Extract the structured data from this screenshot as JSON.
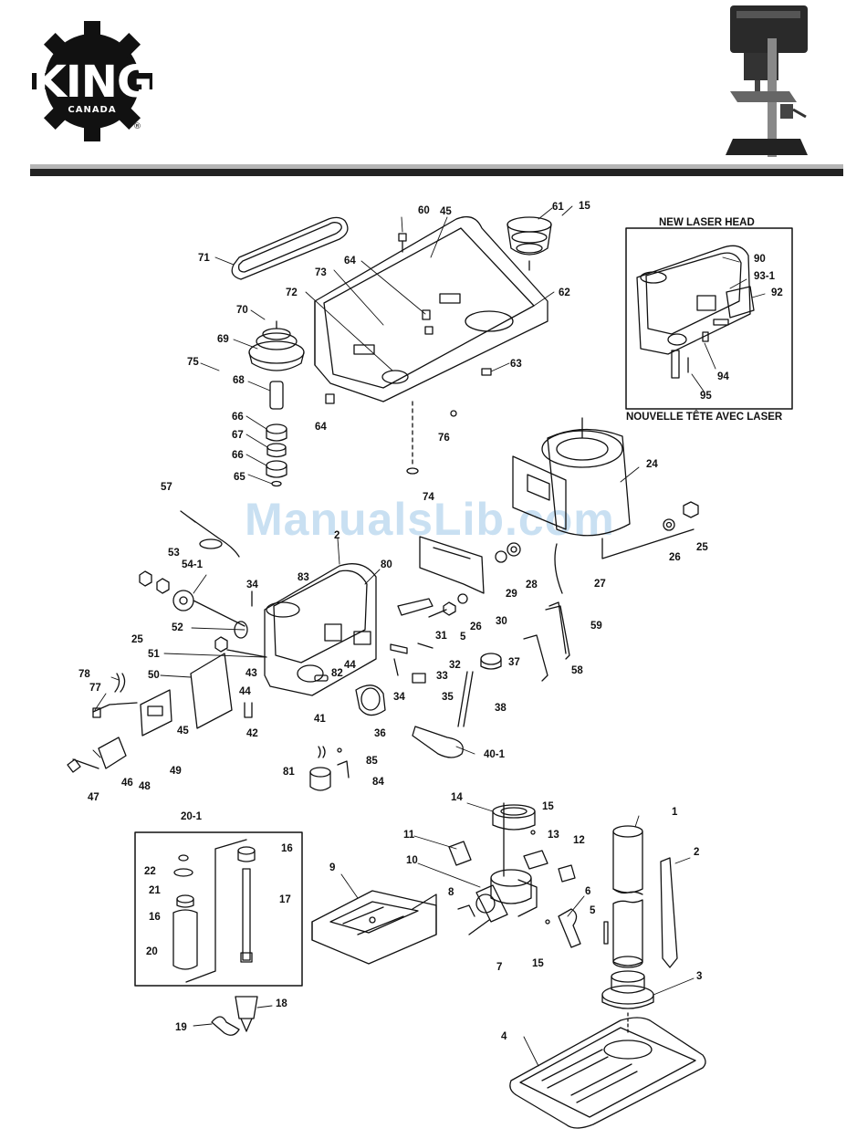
{
  "brand": {
    "word": "KING",
    "sub": "CANADA",
    "reg": "®"
  },
  "watermark": "ManualsLib.com",
  "inset": {
    "title_en": "NEW LASER HEAD",
    "title_fr": "NOUVELLE TÊTE AVEC LASER"
  },
  "colors": {
    "ink": "#111111",
    "rule_dark": "#222222",
    "rule_light": "#b5b5b5",
    "watermark": "#b8d6ee"
  },
  "labels": {
    "l60": "60",
    "l45a": "45",
    "l61": "61",
    "l15a": "15",
    "l71": "71",
    "l64a": "64",
    "l73": "73",
    "l72": "72",
    "l62": "62",
    "l70": "70",
    "l69": "69",
    "l75": "75",
    "l63": "63",
    "l68": "68",
    "l64b": "64",
    "l66a": "66",
    "l76": "76",
    "l67": "67",
    "l66b": "66",
    "l65": "65",
    "l74": "74",
    "l90": "90",
    "l93_1": "93-1",
    "l92": "92",
    "l94": "94",
    "l95": "95",
    "l24": "24",
    "l57": "57",
    "l2a": "2",
    "l80": "80",
    "l53": "53",
    "l54_1": "54-1",
    "l26a": "26",
    "l25a": "25",
    "l34a": "34",
    "l83": "83",
    "l29": "29",
    "l28": "28",
    "l27": "27",
    "l59": "59",
    "l52": "52",
    "l25b": "25",
    "l51": "51",
    "l26b": "26",
    "l31": "31",
    "l5a": "5",
    "l30": "30",
    "l43": "43",
    "l44a": "44",
    "l82": "82",
    "l44b": "44",
    "l32": "32",
    "l37": "37",
    "l58": "58",
    "l78": "78",
    "l50": "50",
    "l33": "33",
    "l77": "77",
    "l34b": "34",
    "l35": "35",
    "l41": "41",
    "l38": "38",
    "l45b": "45",
    "l42": "42",
    "l36": "36",
    "l40_1": "40-1",
    "l49": "49",
    "l48": "48",
    "l46": "46",
    "l47": "47",
    "l85": "85",
    "l81": "81",
    "l84": "84",
    "l20_1": "20-1",
    "l14": "14",
    "l15b": "15",
    "l1": "1",
    "l13": "13",
    "l11": "11",
    "l12": "12",
    "l16a": "16",
    "l22": "22",
    "l21": "21",
    "l17": "17",
    "l9": "9",
    "l10": "10",
    "l2b": "2",
    "l8": "8",
    "l6": "6",
    "l16b": "16",
    "l5b": "5",
    "l20": "20",
    "l7": "7",
    "l15c": "15",
    "l18": "18",
    "l3": "3",
    "l19": "19",
    "l4": "4"
  }
}
